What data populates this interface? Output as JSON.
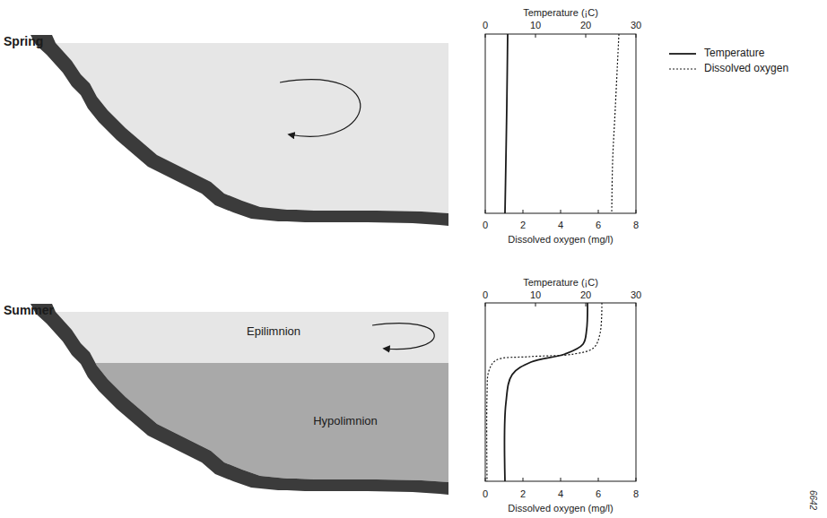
{
  "diagram": {
    "nodes": [
      {
        "text": [
          "Epilimnion"
        ]
      },
      {
        "text": [
          "Hypolimnion"
        ]
      }
    ],
    "edges": [],
    "labels": [
      "Spring",
      "Summer",
      "Temperature (¡C)",
      "0",
      "10",
      "20",
      "30",
      "0",
      "2",
      "4",
      "6",
      "8",
      "Dissolved oxygen (mg/l)",
      "Temperature (¡C)",
      "0",
      "10",
      "20",
      "30",
      "0",
      "2",
      "4",
      "6",
      "8",
      "Dissolved oxygen (mg/l)",
      "6642"
    ],
    "legend": [
      {
        "text": "Temperature"
      },
      {
        "text": "Dissolved oxygen"
      }
    ]
  }
}
